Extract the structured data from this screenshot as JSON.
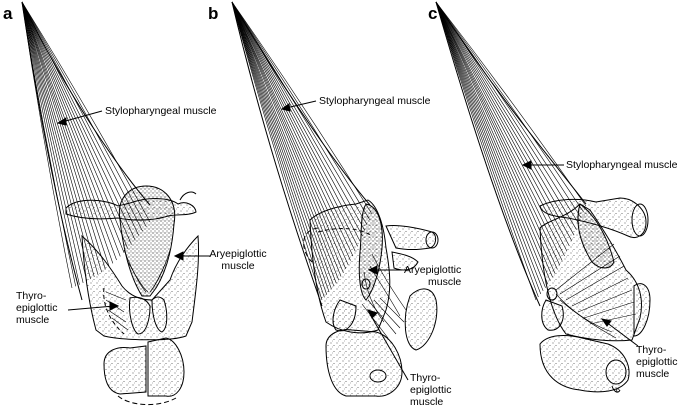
{
  "figure": {
    "panels": [
      {
        "letter": "a",
        "labels": {
          "stylopharyngeal": "Stylopharyngeal muscle",
          "aryepiglottic": [
            "Aryepiglottic",
            "muscle"
          ],
          "thyroepiglottic": [
            "Thyro-",
            "epiglottic",
            "muscle"
          ]
        }
      },
      {
        "letter": "b",
        "labels": {
          "stylopharyngeal": "Stylopharyngeal muscle",
          "aryepiglottic": [
            "Aryepiglottic",
            "muscle"
          ],
          "thyroepiglottic": [
            "Thyro-",
            "epiglottic",
            "muscle"
          ]
        }
      },
      {
        "letter": "c",
        "labels": {
          "stylopharyngeal": "Stylopharyngeal muscle",
          "thyroepiglottic": [
            "Thyro-",
            "epiglottic",
            "muscle"
          ]
        }
      }
    ],
    "colors": {
      "ink": "#000000",
      "background": "#ffffff",
      "stipple": "#444444"
    }
  }
}
